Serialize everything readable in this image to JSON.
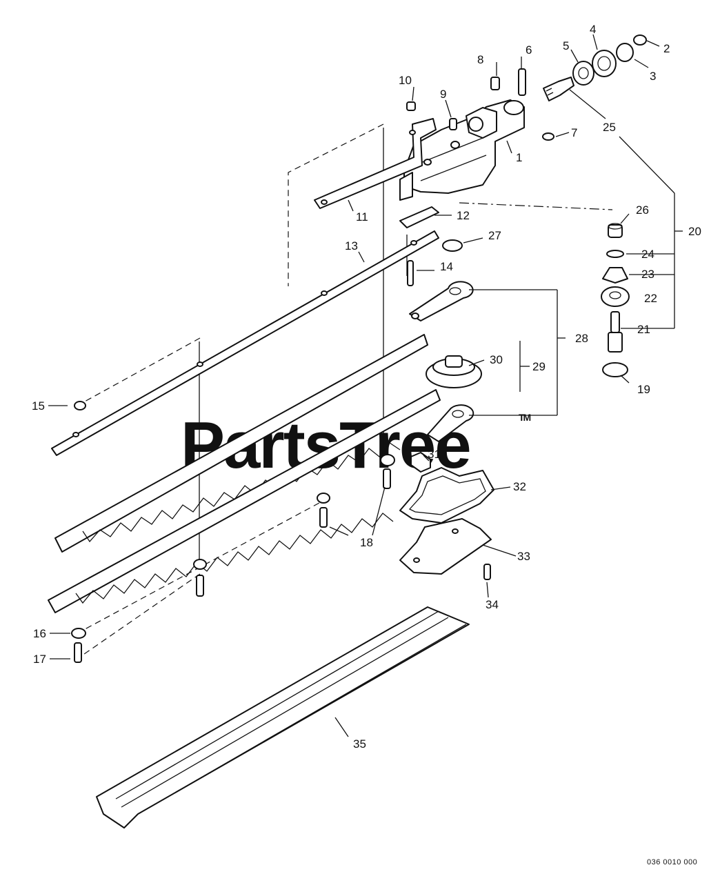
{
  "diagram": {
    "watermark": "PartsTree",
    "watermark_tm": "TM",
    "diagram_code": "036 0010 000",
    "callouts": {
      "p1": "1",
      "p2": "2",
      "p3": "3",
      "p4": "4",
      "p5": "5",
      "p6": "6",
      "p7": "7",
      "p8": "8",
      "p9": "9",
      "p10": "10",
      "p11": "11",
      "p12": "12",
      "p13": "13",
      "p14": "14",
      "p15": "15",
      "p16": "16",
      "p17": "17",
      "p18": "18",
      "p19": "19",
      "p20": "20",
      "p21": "21",
      "p22": "22",
      "p23": "23",
      "p24": "24",
      "p25": "25",
      "p26": "26",
      "p27": "27",
      "p28": "28",
      "p29": "29",
      "p30": "30",
      "p31": "31",
      "p32": "32",
      "p33": "33",
      "p34": "34",
      "p35": "35"
    }
  }
}
